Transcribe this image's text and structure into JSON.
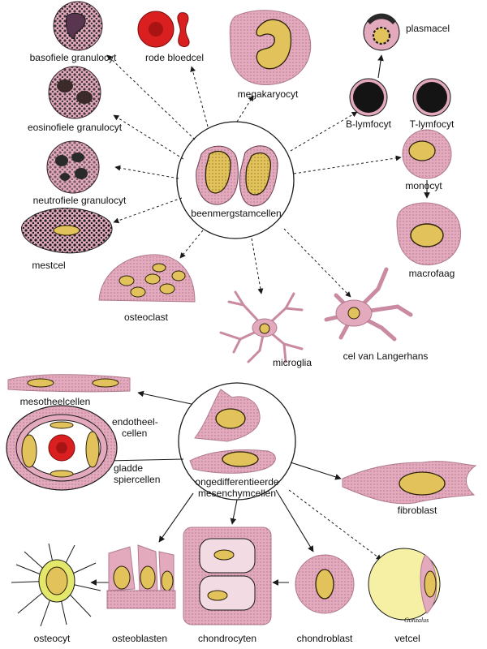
{
  "colors": {
    "cytoplasm": "#e3a9bd",
    "cytoplasm_dark": "#c98aa2",
    "nucleus": "#e2c25a",
    "nucleus_edge": "#2b2008",
    "granule": "#1e1e1e",
    "rbc": "#d91f1f",
    "fat": "#f6f0a4",
    "line": "#1a1a1a"
  },
  "top_center": {
    "label": "beenmergstamcellen"
  },
  "bottom_center": {
    "label_line1": "ongedifferentieerde",
    "label_line2": "mesenchymcellen"
  },
  "labels": {
    "basofiele": "basofiele granulocyt",
    "rode": "rode bloedcel",
    "megakaryocyt": "megakaryocyt",
    "plasmacel": "plasmacel",
    "eosinofiele": "eosinofiele granulocyt",
    "blymfocyt": "B-lymfocyt",
    "tlymfocyt": "T-lymfocyt",
    "neutrofiele": "neutrofiele granulocyt",
    "monocyt": "monocyt",
    "mestcel": "mestcel",
    "macrofaag": "macrofaag",
    "osteoclast": "osteoclast",
    "microglia": "microglia",
    "langerhans": "cel van Langerhans",
    "mesotheel": "mesotheelcellen",
    "endotheel_1": "endotheel-",
    "endotheel_2": "cellen",
    "gladde_1": "gladde",
    "gladde_2": "spiercellen",
    "fibroblast": "fibroblast",
    "osteocyt": "osteocyt",
    "osteoblasten": "osteoblasten",
    "chondrocyten": "chondrocyten",
    "chondroblast": "chondroblast",
    "vetcel": "vetcel",
    "signature": "Gonzalus"
  }
}
